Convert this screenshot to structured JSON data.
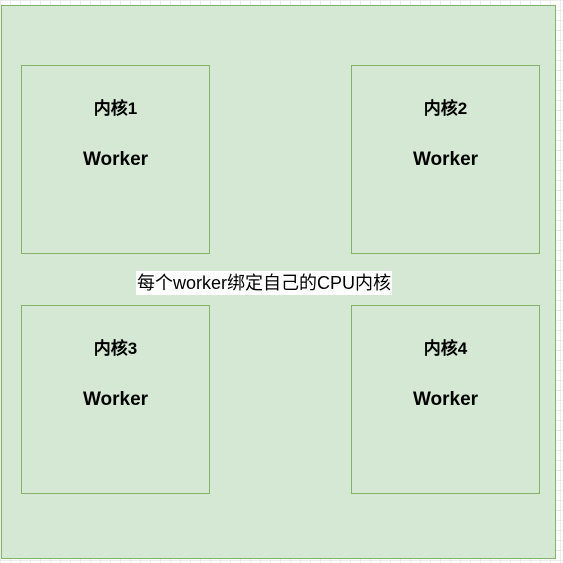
{
  "cores": [
    {
      "title": "内核1",
      "worker": "Worker"
    },
    {
      "title": "内核2",
      "worker": "Worker"
    },
    {
      "title": "内核3",
      "worker": "Worker"
    },
    {
      "title": "内核4",
      "worker": "Worker"
    }
  ],
  "caption": "每个worker绑定自己的CPU内核",
  "colors": {
    "container_fill": "#d5e8d4",
    "container_border": "#82b366"
  }
}
